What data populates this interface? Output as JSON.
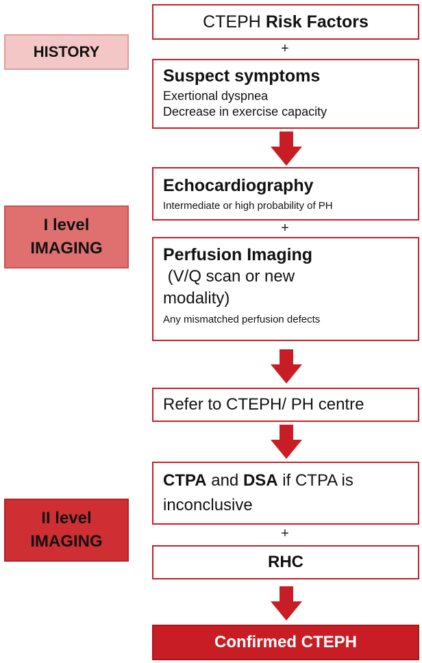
{
  "side_labels": {
    "history": "HISTORY",
    "first_level": [
      "I level",
      "IMAGING"
    ],
    "second_level": [
      "II level",
      "IMAGING"
    ]
  },
  "steps": {
    "risk_factors": {
      "prefix": "CTEPH ",
      "bold": "Risk Factors"
    },
    "plus_1": "+",
    "suspect_symptoms": {
      "title": "Suspect symptoms",
      "details": [
        "Exertional dyspnea",
        "Decrease in exercise capacity"
      ]
    },
    "echocardiography": {
      "title": "Echocardiography",
      "detail": "Intermediate or high probability of PH"
    },
    "plus_2": "+",
    "perfusion_imaging": {
      "title": "Perfusion Imaging",
      "subtitle_lines": [
        " (V/Q scan or new",
        "modality)"
      ],
      "detail": "Any mismatched perfusion defects"
    },
    "refer": "Refer to CTEPH/ PH centre",
    "ctpa": {
      "bold_1": "CTPA",
      "text_1": " and ",
      "bold_2": "DSA",
      "text_2": " if CTPA is",
      "line_2": "inconclusive"
    },
    "plus_3": "+",
    "rhc": "RHC",
    "confirmed": "Confirmed CTEPH"
  },
  "colors": {
    "history_fill": "#f4c7c7",
    "history_border": "#e39a9a",
    "first_level_fill": "#e07070",
    "first_level_border": "#c85050",
    "second_level_fill": "#cf2e33",
    "second_level_border": "#b21f24",
    "box_border": "#c81d25",
    "arrow": "#c81d25",
    "confirmed_fill": "#c81d25",
    "confirmed_text": "#ffffff"
  }
}
